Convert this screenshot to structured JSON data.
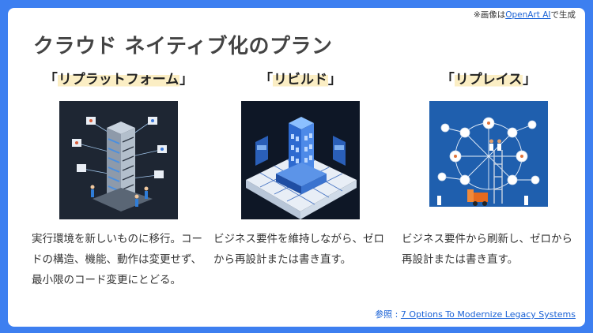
{
  "credit_top": {
    "prefix": "※画像は",
    "link": "OpenArt AI",
    "suffix": "で生成"
  },
  "title": "クラウド ネイティブ化のプラン",
  "columns": [
    {
      "open": "「",
      "label": "リプラットフォーム",
      "close": "」",
      "description": "実行環境を新しいものに移行。コードの構造、機能、動作は変更せず、最小限のコード変更にとどる。"
    },
    {
      "open": "「",
      "label": "リビルド",
      "close": "」",
      "description": "ビジネス要件を維持しながら、ゼロから再設計または書き直す。"
    },
    {
      "open": "「",
      "label": "リプレイス",
      "close": "」",
      "description": "ビジネス要件から刷新し、ゼロから再設計または書き直す。"
    }
  ],
  "credit_bottom": {
    "prefix": "参照 : ",
    "link": "7 Options To Modernize Legacy Systems"
  },
  "colors": {
    "frame": "#3d7ff0",
    "highlight": "#fbeec4",
    "link": "#1a62d6"
  }
}
